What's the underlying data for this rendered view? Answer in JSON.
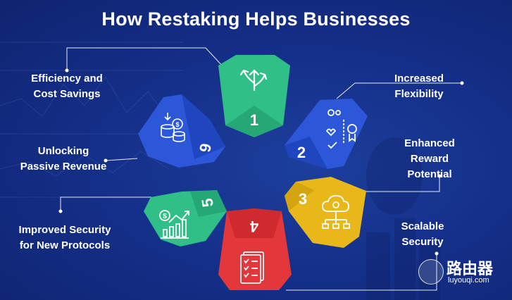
{
  "title": "How Restaking Helps Businesses",
  "items": [
    {
      "number": "1",
      "label_line1": "Efficiency and",
      "label_line2": "Cost Savings",
      "color": "#2fbf87",
      "icon": "arrows-split-icon"
    },
    {
      "number": "2",
      "label_line1": "Increased",
      "label_line2": "Flexibility",
      "color": "#2b57d8",
      "icon": "flexibility-options-icon"
    },
    {
      "number": "3",
      "label_line1": "Enhanced",
      "label_line2": "Reward",
      "label_line3": "Potential",
      "color": "#e8b719",
      "icon": "cloud-network-icon"
    },
    {
      "number": "4",
      "label_line1": "Scalable",
      "label_line2": "Security",
      "color": "#e2373b",
      "icon": "checklist-icon"
    },
    {
      "number": "5",
      "label_line1": "Improved Security",
      "label_line2": "for New Protocols",
      "color": "#2fbf87",
      "icon": "growth-chart-icon"
    },
    {
      "number": "6",
      "label_line1": "Unlocking",
      "label_line2": "Passive Revenue",
      "color": "#2b57d8",
      "icon": "coins-stack-icon"
    }
  ],
  "watermark": {
    "name": "路由器",
    "url": "luyouqi.com"
  }
}
